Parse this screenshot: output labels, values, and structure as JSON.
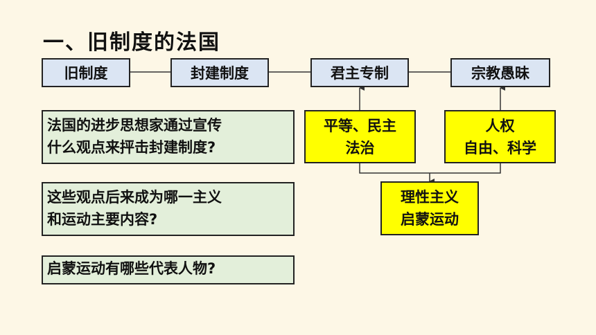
{
  "title": "一、旧制度的法国",
  "chain": [
    "旧制度",
    "封建制度",
    "君主专制",
    "宗教愚昧"
  ],
  "ideas_left": [
    "平等、民主",
    "法治"
  ],
  "ideas_right": [
    "人权",
    "自由、科学"
  ],
  "result": [
    "理性主义",
    "启蒙运动"
  ],
  "questions": [
    [
      "法国的进步思想家通过宣传",
      "什么观点来抨击封建制度?"
    ],
    [
      "这些观点后来成为哪一主义",
      "和运动主要内容?"
    ],
    [
      "启蒙运动有哪些代表人物?"
    ]
  ]
}
